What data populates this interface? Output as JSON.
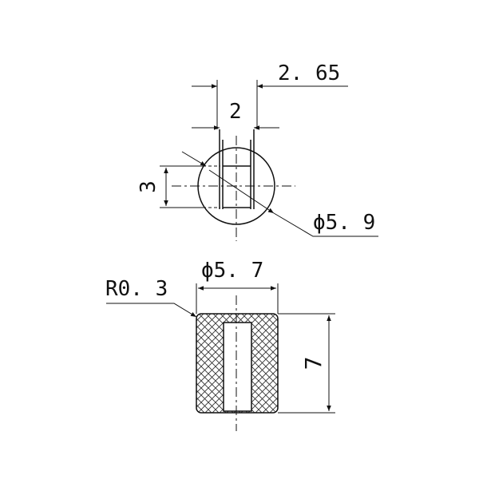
{
  "drawing": {
    "top_view": {
      "slot_width_label": "2",
      "outer_width_label": "2. 65",
      "slot_height_label": "3",
      "diameter_label": "ϕ5. 9"
    },
    "side_view": {
      "diameter_label": "ϕ5. 7",
      "radius_label": "R0. 3",
      "height_label": "7"
    },
    "colors": {
      "line": "#111111",
      "hatch": "#333333",
      "background": "#ffffff"
    }
  }
}
